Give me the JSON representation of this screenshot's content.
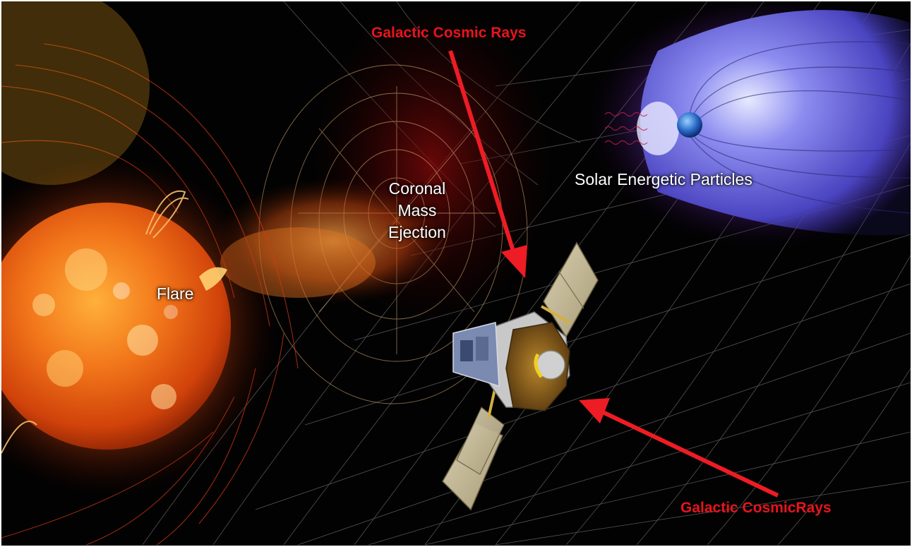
{
  "labels": {
    "cosmic_rays_top": "Galactic Cosmic Rays",
    "cosmic_rays_bottom": "Galactic CosmicRays",
    "solar_energetic_particles": "Solar Energetic Particles",
    "cme_line1": "Coronal",
    "cme_line2": "Mass",
    "cme_line3": "Ejection",
    "flare": "Flare"
  },
  "colors": {
    "arrow": "#ee1c24",
    "label_red": "#e8141c",
    "label_white": "#ffffff",
    "sun": "#e8600a",
    "magnetosphere": "#5a55d8",
    "space": "#020202"
  },
  "icons": [
    "sun-illustration",
    "earth-icon",
    "spacecraft-icon",
    "arrow-icon"
  ]
}
